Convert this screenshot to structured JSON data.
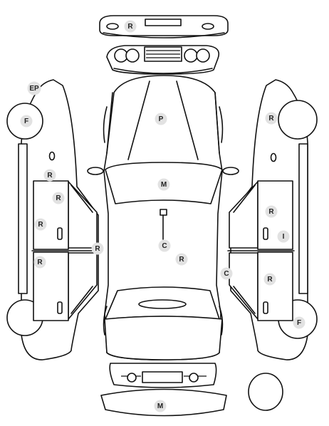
{
  "colors": {
    "outline": "#111111",
    "badge_fill": "#e2e2e2",
    "badge_text": "#222222",
    "background": "#ffffff"
  },
  "markers": [
    {
      "code": "R"
    },
    {
      "code": "EP"
    },
    {
      "code": "F"
    },
    {
      "code": "P"
    },
    {
      "code": "R"
    },
    {
      "code": "R"
    },
    {
      "code": "R"
    },
    {
      "code": "M"
    },
    {
      "code": "R"
    },
    {
      "code": "R"
    },
    {
      "code": "I"
    },
    {
      "code": "R"
    },
    {
      "code": "C"
    },
    {
      "code": "R"
    },
    {
      "code": "R"
    },
    {
      "code": "C"
    },
    {
      "code": "R"
    },
    {
      "code": "F"
    },
    {
      "code": "M"
    }
  ]
}
